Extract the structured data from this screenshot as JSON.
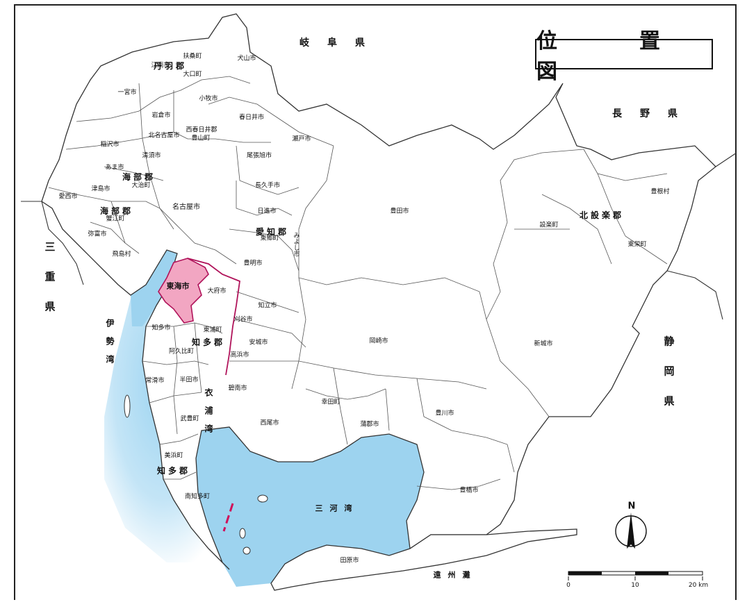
{
  "title": "位　置　図",
  "colors": {
    "highlight": "#f2a6c2",
    "highlight_border": "#b0135a",
    "sea": "#9dd3ef",
    "sea_light": "#d5ecf8",
    "land": "#ffffff",
    "line": "#333333"
  },
  "prefectures": {
    "gifu": "岐阜県",
    "nagano": "長野県",
    "mie": "三重県",
    "shizuoka": "静岡県"
  },
  "waters": {
    "ise_bay": "伊勢湾",
    "kinuura_bay": "衣浦湾",
    "mikawa_bay": "三河湾",
    "enshu_nada": "遠州灘"
  },
  "districts": {
    "niwa": "丹羽郡",
    "ama_1": "海部郡",
    "ama_2": "海部郡",
    "aichi": "愛知郡",
    "chita_1": "知多郡",
    "chita_2": "知多郡",
    "kitashitara": "北設楽郡",
    "nishikasugai": "西春日井郡"
  },
  "municipalities": {
    "tokai": "東海市",
    "fusou": "扶桑町",
    "konan": "江南市",
    "inuyama": "犬山市",
    "oguchi": "大口町",
    "ichinomiya": "一宮市",
    "komaki": "小牧市",
    "iwakura": "岩倉市",
    "kasugai": "春日井市",
    "kitanagoya": "北名古屋市",
    "toyoyama": "豊山町",
    "inazawa": "稲沢市",
    "kiyosu": "清須市",
    "seto": "瀬戸市",
    "owariasahi": "尾張旭市",
    "amas": "あま市",
    "oharu": "大治町",
    "tsushima": "津島市",
    "aisai": "愛西市",
    "nagakute": "長久手市",
    "nagoya": "名古屋市",
    "nisshin": "日進市",
    "toyota": "豊田市",
    "tobishima": "飛島村",
    "kanie": "蟹江町",
    "yatomi": "弥富市",
    "togo": "東郷町",
    "miyoshi": "みよし市",
    "toyoake": "豊明市",
    "obu": "大府市",
    "chiryu": "知立市",
    "kariya": "刈谷市",
    "chita": "知多市",
    "higashiura": "東浦町",
    "agui": "阿久比町",
    "anjo": "安城市",
    "okazaki": "岡崎市",
    "shinshiro": "新城市",
    "takahama": "高浜市",
    "tokoname": "常滑市",
    "handa": "半田市",
    "hekinan": "碧南市",
    "taketoyo": "武豊町",
    "nishio": "西尾市",
    "kota": "幸田町",
    "gamagori": "蒲郡市",
    "toyokawa": "豊川市",
    "mihama": "美浜町",
    "minamichita": "南知多町",
    "toyohashi": "豊橋市",
    "tahara": "田原市",
    "toyone": "豊根村",
    "shitara": "設楽町",
    "toei": "東栄町"
  },
  "compass": {
    "north": "N"
  },
  "scale": {
    "t0": "0",
    "t10": "10",
    "t20": "20 km"
  }
}
